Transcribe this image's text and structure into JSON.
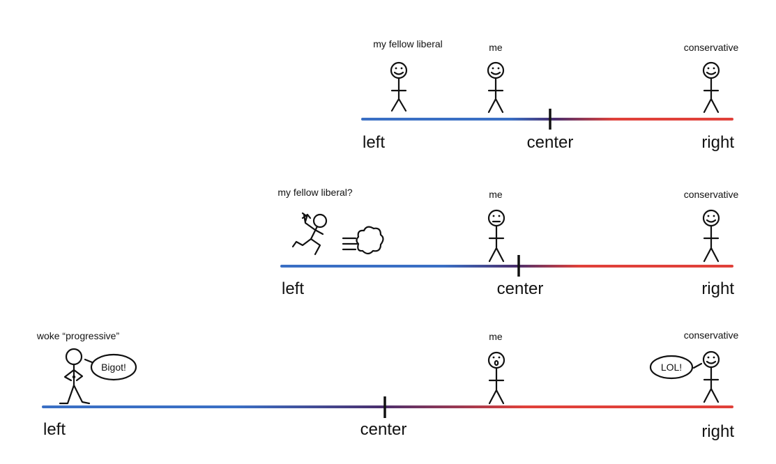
{
  "colors": {
    "left": "#3a6fc4",
    "center": "#4a2f6e",
    "right": "#e0413a",
    "ink": "#111111"
  },
  "panels": [
    {
      "axis": {
        "left": "left",
        "center": "center",
        "right": "right"
      },
      "figures": [
        {
          "label": "my fellow liberal",
          "face": "smile",
          "pose": "stand"
        },
        {
          "label": "me",
          "face": "smile",
          "pose": "stand"
        },
        {
          "label": "conservative",
          "face": "smile",
          "pose": "stand"
        }
      ]
    },
    {
      "axis": {
        "left": "left",
        "center": "center",
        "right": "right"
      },
      "figures": [
        {
          "label": "my fellow liberal?",
          "face": "none",
          "pose": "run"
        },
        {
          "label": "me",
          "face": "neutral",
          "pose": "stand"
        },
        {
          "label": "conservative",
          "face": "smile",
          "pose": "stand"
        }
      ]
    },
    {
      "axis": {
        "left": "left",
        "center": "center",
        "right": "right"
      },
      "figures": [
        {
          "label": "woke “progressive”",
          "face": "none",
          "pose": "angry",
          "speech": "Bigot!"
        },
        {
          "label": "me",
          "face": "shocked",
          "pose": "stand"
        },
        {
          "label": "conservative",
          "face": "smile",
          "pose": "stand",
          "speech": "LOL!"
        }
      ]
    }
  ]
}
